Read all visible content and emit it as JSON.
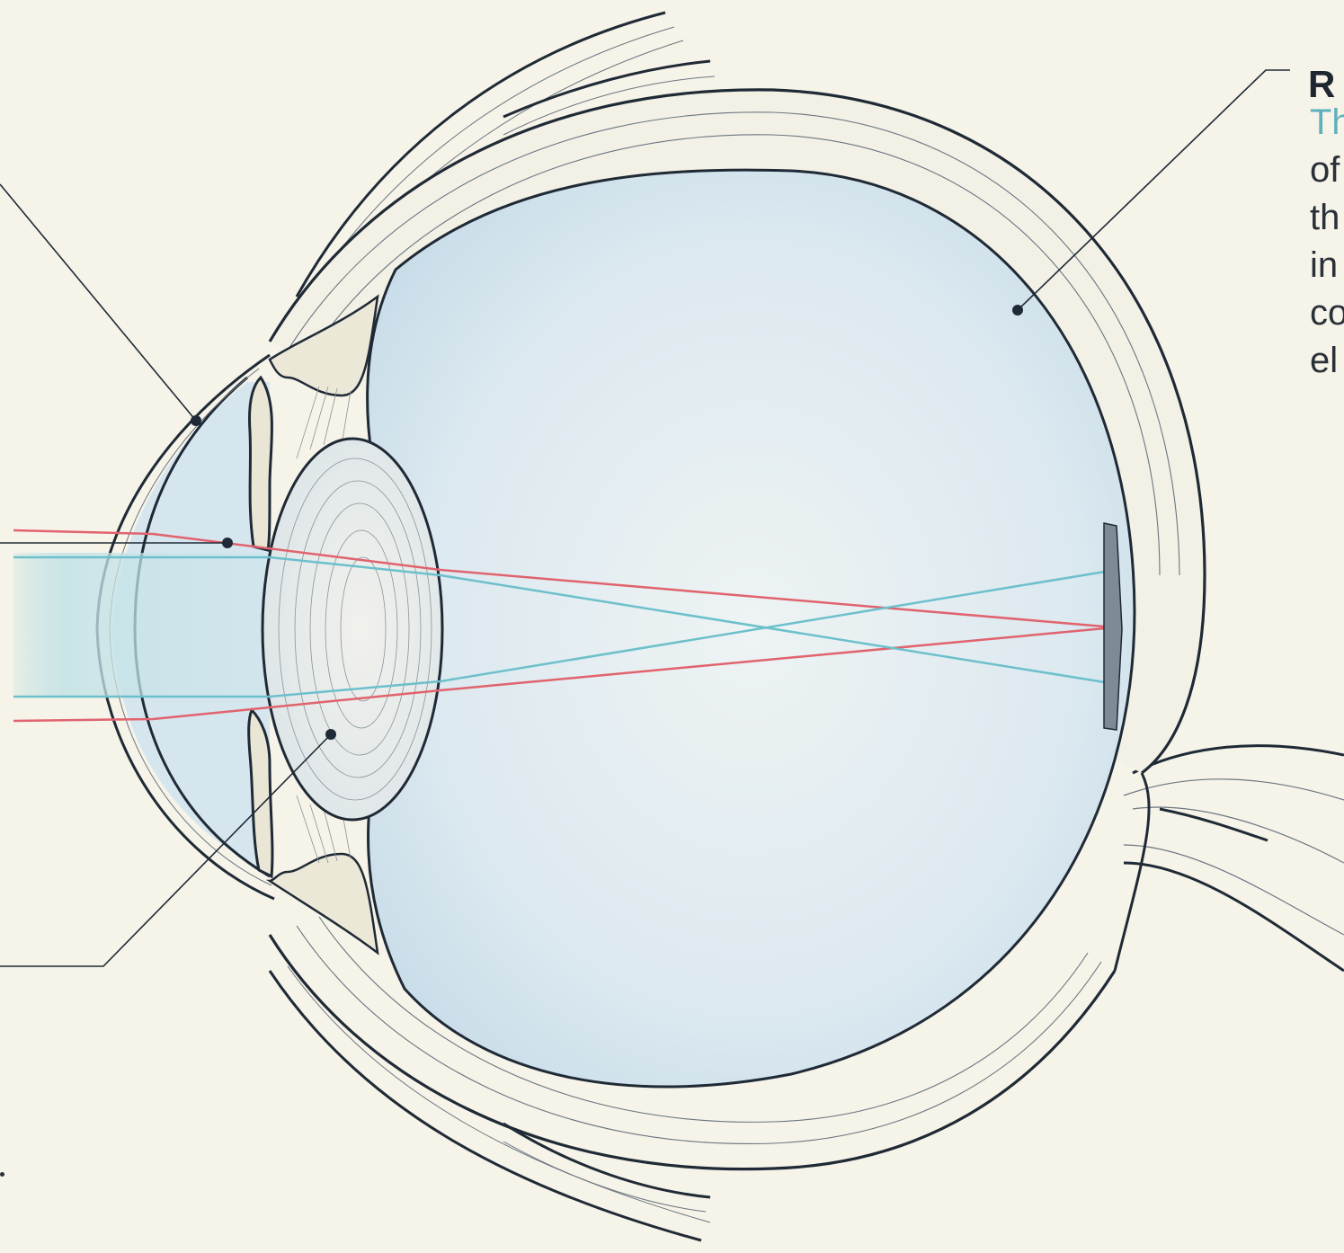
{
  "diagram": {
    "subject": "eye cross-section",
    "colors": {
      "background": "#f6f3e8",
      "outline": "#1f2a36",
      "fluid": "#d4e4ee",
      "ray_red": "#e0636e",
      "ray_cyan": "#6cc0cc",
      "accent_text": "#5fb0bd"
    }
  },
  "retina_label": {
    "title": "R",
    "lines": [
      "Th",
      "of",
      "th",
      "in",
      "co",
      "el"
    ]
  }
}
